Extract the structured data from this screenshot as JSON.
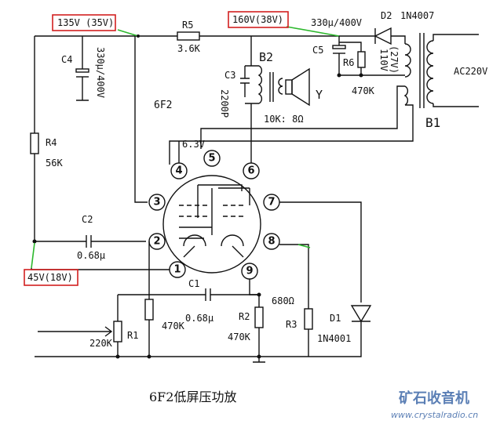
{
  "title": "6F2低屏压功放",
  "watermark": {
    "brand": "矿石收音机",
    "url": "www.crystalradio.cn"
  },
  "colors": {
    "wire": "#111111",
    "highlight_box": "#d22020",
    "highlight_wire": "#2db82d",
    "watermark": "#5b7fb5"
  },
  "voltages": {
    "v135": "135V (35V)",
    "v160": "160V(38V)",
    "v45": "45V(18V)"
  },
  "tube": {
    "name": "6F2",
    "heater": "6.3V",
    "pins": [
      "1",
      "2",
      "3",
      "4",
      "5",
      "6",
      "7",
      "8",
      "9"
    ]
  },
  "components": {
    "r5_name": "R5",
    "r5_value": "3.6K",
    "c5_value_top": "330μ/400V",
    "c5_name": "C5",
    "d2_name": "D2",
    "d2_part": "1N4007",
    "r6_name": "R6",
    "r6_value": "470K",
    "b1_secondary": "110V",
    "b1_secondary_2": "(27V)",
    "b1_primary": "AC220V",
    "b1_name": "B1",
    "c4_name": "C4",
    "c4_value": "330μ/400V",
    "b2_name": "B2",
    "c3_name": "C3",
    "c3_value": "2200P",
    "speaker_name": "Y",
    "speaker_imp": "10K: 8Ω",
    "r4_name": "R4",
    "r4_value": "56K",
    "c2_name": "C2",
    "c2_value": "0.68μ",
    "c1_name": "C1",
    "c1_value": "0.68μ",
    "r1_name": "R1",
    "r1_value": "220K",
    "rx_value": "470K",
    "r2_name": "R2",
    "r2_value": "470K",
    "r3_name": "R3",
    "r3_value": "680Ω",
    "d1_name": "D1",
    "d1_part": "1N4001"
  }
}
